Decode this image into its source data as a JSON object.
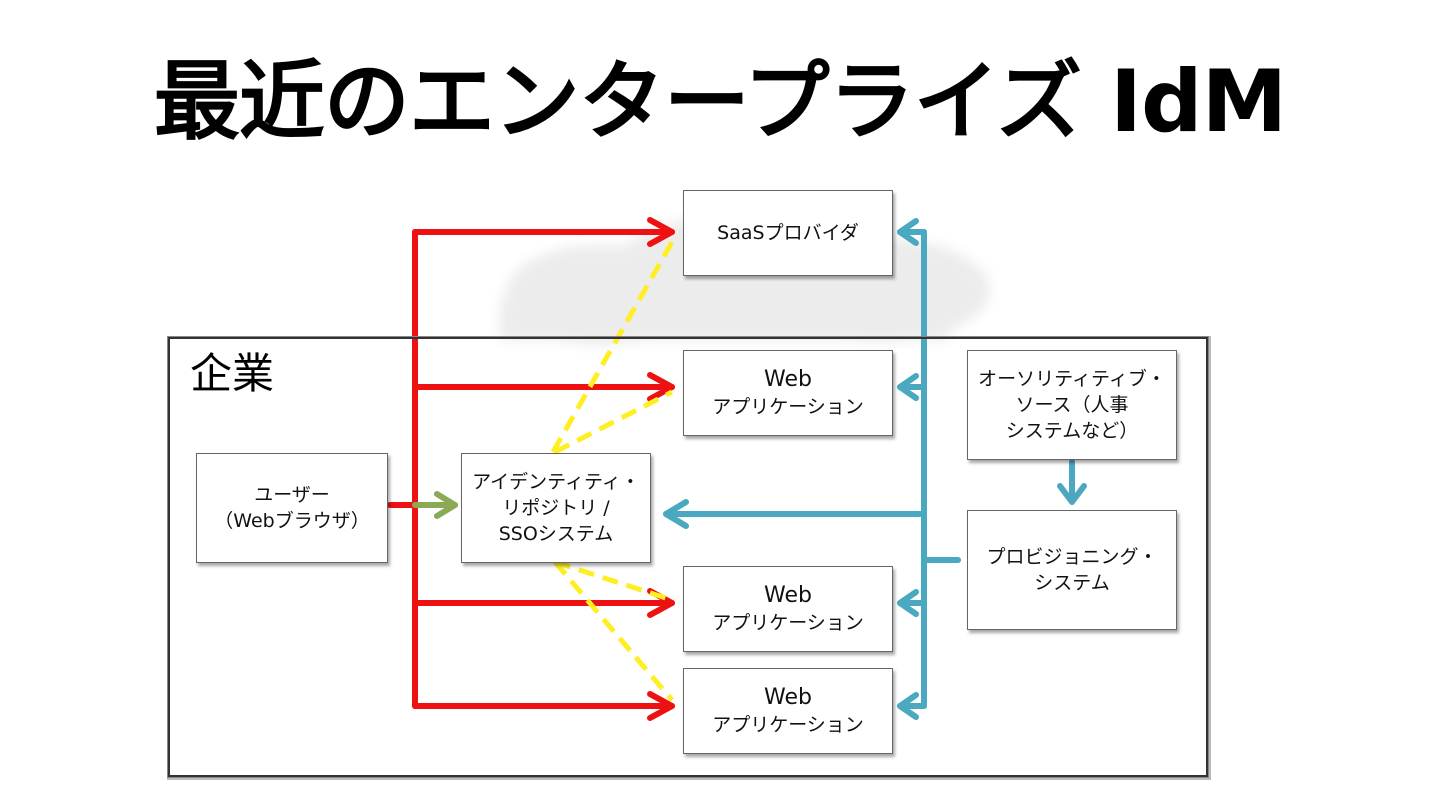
{
  "title": "最近のエンタープライズ IdM",
  "enterprise_label": "企業",
  "boxes": {
    "saas": {
      "lines": [
        "SaaSプロバイダ"
      ]
    },
    "webapp1": {
      "lines": [
        "Web",
        "アプリケーション"
      ]
    },
    "webapp2": {
      "lines": [
        "Web",
        "アプリケーション"
      ]
    },
    "webapp3": {
      "lines": [
        "Web",
        "アプリケーション"
      ]
    },
    "user": {
      "lines": [
        "ユーザー",
        "（Webブラウザ）"
      ]
    },
    "idp": {
      "lines": [
        "アイデンティティ・",
        "リポジトリ /",
        "SSOシステム"
      ]
    },
    "authoritative": {
      "lines": [
        "オーソリティティブ・",
        "ソース（人事",
        "システムなど）"
      ]
    },
    "provisioning": {
      "lines": [
        "プロビジョニング・",
        "システム"
      ]
    }
  },
  "colors": {
    "access_arrow": "#ee1111",
    "login_arrow": "#8aaa55",
    "federation_dashed": "#ffee22",
    "provisioning_arrow": "#4aa8c0",
    "cloud": "#eeeeee"
  }
}
